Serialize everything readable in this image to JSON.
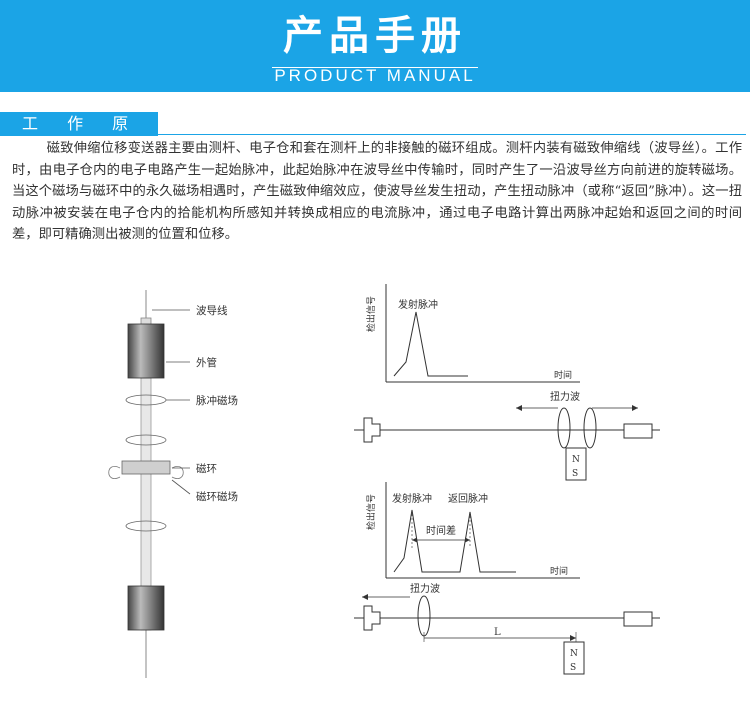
{
  "header": {
    "title": "产品手册",
    "subtitle": "PRODUCT MANUAL"
  },
  "section": {
    "title": "工 作 原 理"
  },
  "body_text": "磁致伸缩位移变送器主要由测杆、电子仓和套在测杆上的非接触的磁环组成。测杆内装有磁致伸缩线（波导丝）。工作时，由电子仓内的电子电路产生一起始脉冲，此起始脉冲在波导丝中传输时，同时产生了一沿波导丝方向前进的旋转磁场。当这个磁场与磁环中的永久磁场相遇时，产生磁致伸缩效应，使波导丝发生扭动，产生扭动脉冲（或称“返回”脉冲）。这一扭动脉冲被安装在电子仓内的拾能机构所感知并转换成相应的电流脉冲，通过电子电路计算出两脉冲起始和返回之间的时间差，即可精确测出被测的位置和位移。",
  "left_diagram": {
    "labels": {
      "wave_wire": "波导线",
      "outer_tube": "外管",
      "pulse_field": "脉冲磁场",
      "magnet_ring": "磁环",
      "ring_field": "磁环磁场"
    }
  },
  "top_diagram": {
    "ylabel": "检出信号",
    "pulse_label": "发射脉冲",
    "xlabel": "时间",
    "wave_label": "扭力波",
    "magnet_n": "N",
    "magnet_s": "S"
  },
  "bottom_diagram": {
    "ylabel": "检出信号",
    "emit_label": "发射脉冲",
    "return_label": "返回脉冲",
    "diff_label": "时间差",
    "xlabel": "时间",
    "wave_label": "扭力波",
    "distance_label": "L",
    "magnet_n": "N",
    "magnet_s": "S"
  }
}
